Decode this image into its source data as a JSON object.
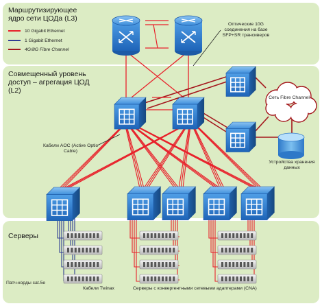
{
  "core": {
    "title": "Маршрутизирующее ядро сети ЦОДа (L3)"
  },
  "legend": [
    {
      "label": "10 Gigabit Ethernet",
      "color": "#e8202a"
    },
    {
      "label": "1 Gigabit Ethernet",
      "color": "#2f3c93"
    },
    {
      "label": "4G/8G Fibre Channel",
      "color": "#a4161c"
    }
  ],
  "annotations": {
    "optical_links": "Оптические 10G соединения на базе SFP+SR трансиверов",
    "aoc_cables": "Кабели AOC (Active Optic Cable)",
    "fc_cloud": "Сеть Fibre Channel",
    "storage": "Устройства хранения данных",
    "patch_cords": "Патч-корды cat.5e",
    "twinax": "Кабели Twinax",
    "cna_servers": "Серверы с конвергентными сетевыми адаптерами (CNA)"
  },
  "distribution": {
    "title": "Совмещенный уровень доступ – агрегация ЦОД (L2)"
  },
  "servers": {
    "title": "Серверы"
  },
  "colors": {
    "zone_background": "#dcecc4",
    "device_blue": "#2f7fd0",
    "ten_gig": "#e8202a",
    "one_gig": "#2f3c93",
    "fibre_channel": "#a4161c"
  },
  "icons": [
    "router-icon",
    "switch-icon",
    "server-icon",
    "cloud-icon",
    "storage-icon"
  ]
}
